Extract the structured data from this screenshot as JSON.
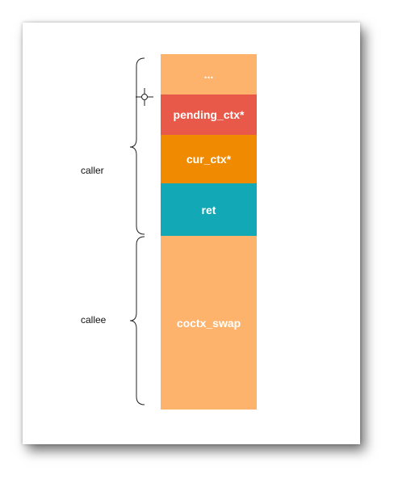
{
  "blocks": [
    {
      "label": "...",
      "color": "#fdb36b"
    },
    {
      "label": "pending_ctx*",
      "color": "#e8594a"
    },
    {
      "label": "cur_ctx*",
      "color": "#f08a00"
    },
    {
      "label": "ret",
      "color": "#12a8b5"
    },
    {
      "label": "coctx_swap",
      "color": "#fdb36b"
    }
  ],
  "braces": {
    "caller_label": "caller",
    "callee_label": "callee"
  }
}
